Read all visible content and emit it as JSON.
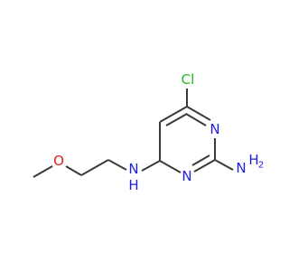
{
  "molecule": {
    "atoms": {
      "cl": "Cl",
      "n_ring_right": "N",
      "n_ring_bottom": "N",
      "nh_amine": "N",
      "nh_amine_h": "H",
      "n_amino": "N",
      "n_amino_h2": "H",
      "o_ether": "O"
    },
    "colors": {
      "bond": "#3a3a3a",
      "nitrogen": "#1f1fe0",
      "oxygen": "#e02020",
      "chlorine": "#1fb81f"
    }
  }
}
